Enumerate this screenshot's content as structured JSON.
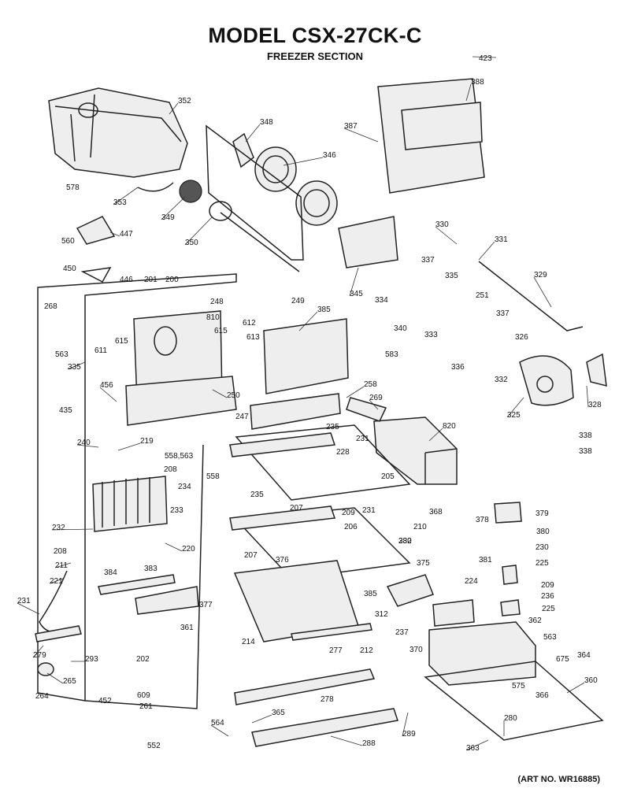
{
  "header": {
    "title": "MODEL CSX-27CK-C",
    "subtitle": "FREEZER SECTION"
  },
  "footer": {
    "art_number": "(ART NO. WR16885)"
  },
  "callouts": [
    "423",
    "352",
    "388",
    "348",
    "387",
    "346",
    "578",
    "353",
    "349",
    "447",
    "350",
    "560",
    "330",
    "331",
    "450",
    "446",
    "201",
    "200",
    "337",
    "335",
    "329",
    "345",
    "334",
    "249",
    "268",
    "248",
    "810",
    "385",
    "340",
    "333",
    "615",
    "612",
    "613",
    "611",
    "615",
    "583",
    "563",
    "251",
    "337",
    "335",
    "326",
    "456",
    "336",
    "332",
    "250",
    "258",
    "269",
    "328",
    "435",
    "247",
    "325",
    "338",
    "338",
    "235",
    "820",
    "240",
    "219",
    "231",
    "558,563",
    "228",
    "208",
    "205",
    "234",
    "558",
    "235",
    "207",
    "233",
    "209",
    "231",
    "368",
    "232",
    "206",
    "378",
    "379",
    "210",
    "220",
    "380",
    "230",
    "208",
    "382",
    "230",
    "383",
    "381",
    "225",
    "211",
    "207",
    "376",
    "375",
    "224",
    "221",
    "384",
    "209",
    "385",
    "236",
    "377",
    "225",
    "231",
    "312",
    "237",
    "214",
    "361",
    "362",
    "563",
    "279",
    "202",
    "212",
    "370",
    "293",
    "277",
    "675",
    "364",
    "265",
    "360",
    "264",
    "609",
    "575",
    "366",
    "278",
    "452",
    "261",
    "280",
    "564",
    "365",
    "289",
    "552",
    "288",
    "363"
  ]
}
